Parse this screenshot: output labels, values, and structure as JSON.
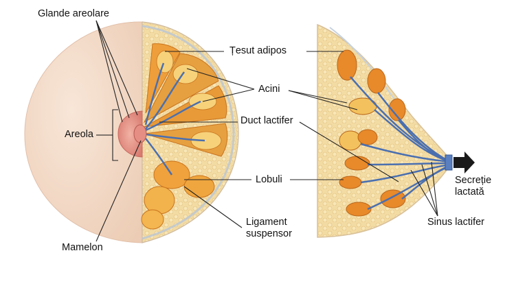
{
  "labels": {
    "glande_areolare": "Glande areolare",
    "tesut_adipos": "Țesut adipos",
    "acini": "Acini",
    "duct_lactifer": "Duct lactifer",
    "areola": "Areola",
    "lobuli": "Lobuli",
    "ligament_suspensor": "Ligament\nsuspensor",
    "mamelon": "Mamelon",
    "secretie_lactata": "Secreție\nlactată",
    "sinus_lactifer": "Sinus lactifer"
  },
  "colors": {
    "skin": "#f3dccb",
    "areola": "#e89a8e",
    "fat": "#f2d9a0",
    "gland": "#e88a2c",
    "duct": "#4a6fb0",
    "leader": "#222222",
    "arrow": "#1a1a1a"
  }
}
